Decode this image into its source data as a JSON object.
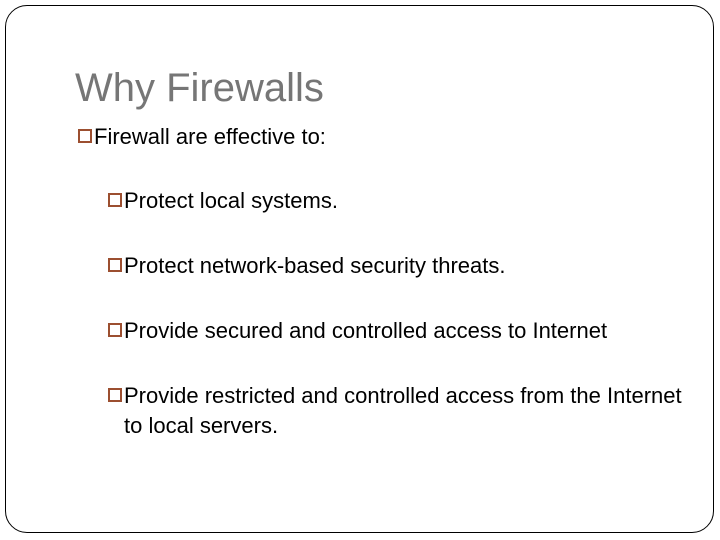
{
  "slide": {
    "title": "Why Firewalls",
    "title_color": "#767676",
    "bullet_color": "#9c4f30",
    "text_color": "#000000",
    "background_color": "#ffffff",
    "border_color": "#000000",
    "bullet_glyph_name": "hollow-square-bullet",
    "bullets": [
      {
        "level": 1,
        "text": "Firewall are effective to:"
      },
      {
        "level": 2,
        "text": "Protect local systems."
      },
      {
        "level": 2,
        "text": "Protect network-based security threats."
      },
      {
        "level": 2,
        "text": "Provide secured and controlled access to Internet"
      },
      {
        "level": 2,
        "text": "Provide restricted and controlled access from the Internet to local servers."
      }
    ]
  }
}
